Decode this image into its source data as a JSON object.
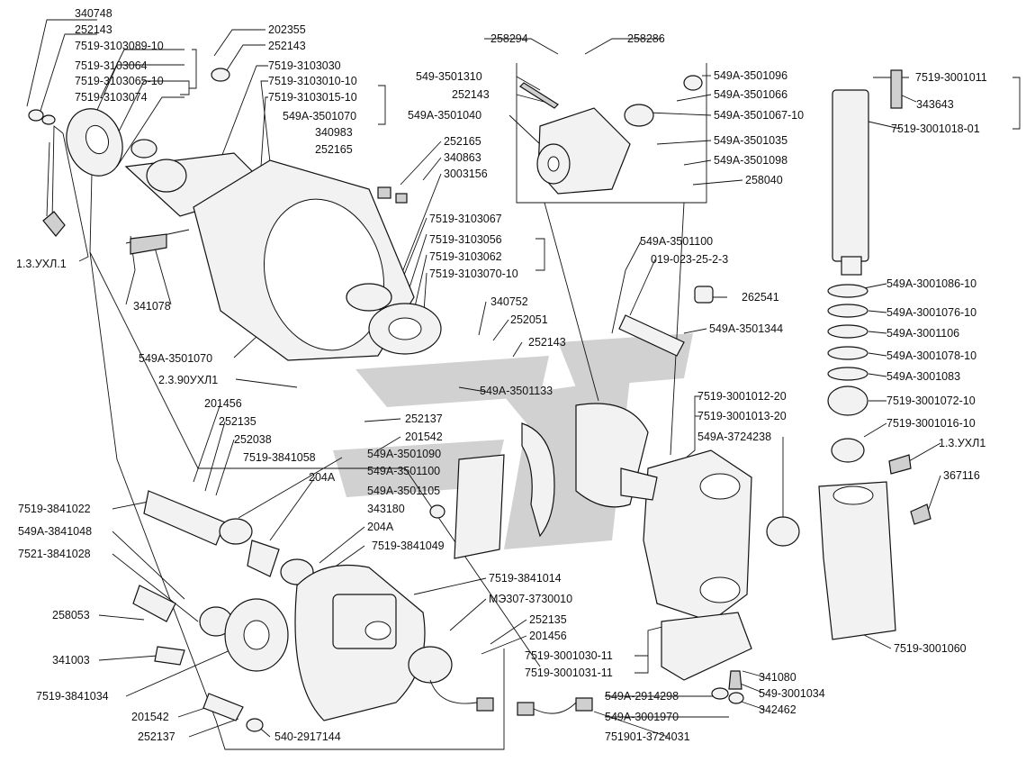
{
  "labels": {
    "l_340748": "340748",
    "l_252143_tl": "252143",
    "l_7519_3103089_10": "7519-3103089-10",
    "l_7519_3103064": "7519-3103064",
    "l_7519_3103065_10": "7519-3103065-10",
    "l_7519_3103074": "7519-3103074",
    "l_202355": "202355",
    "l_252143_b": "252143",
    "l_7519_3103030": "7519-3103030",
    "l_7519_3103010_10": "7519-3103010-10",
    "l_7519_3103015_10": "7519-3103015-10",
    "l_549A_3501070_top": "549A-3501070",
    "l_340983": "340983",
    "l_252165_top": "252165",
    "l_252165": "252165",
    "l_340863": "340863",
    "l_3003156": "3003156",
    "l_13_ukhl1_left": "1.3.УХЛ.1",
    "l_341078": "341078",
    "l_7519_3103067": "7519-3103067",
    "l_7519_3103056": "7519-3103056",
    "l_7519_3103062": "7519-3103062",
    "l_7519_3103070_10": "7519-3103070-10",
    "l_549A_3501070": "549A-3501070",
    "l_340752": "340752",
    "l_252051": "252051",
    "l_252143_mid": "252143",
    "l_23_90ukhl1": "2.3.90УХЛ1",
    "l_549A_3501133": "549A-3501133",
    "l_201456_l": "201456",
    "l_252135_l": "252135",
    "l_252038": "252038",
    "l_252137_mid": "252137",
    "l_201542_mid": "201542",
    "l_7519_3841058": "7519-3841058",
    "l_204A_1": "204A",
    "l_7519_3841022": "7519-3841022",
    "l_549A_3841048": "549A-3841048",
    "l_7521_3841028": "7521-3841028",
    "l_258053": "258053",
    "l_341003": "341003",
    "l_7519_3841034": "7519-3841034",
    "l_201542_bot": "201542",
    "l_252137_bot": "252137",
    "l_540_2917144": "540-2917144",
    "l_549A_3501090": "549A-3501090",
    "l_549A_3501100_b": "549A-3501100",
    "l_549A_3501105": "549A-3501105",
    "l_343180": "343180",
    "l_204A_2": "204A",
    "l_7519_3841049": "7519-3841049",
    "l_7519_3841014": "7519-3841014",
    "l_ME307_3730010": "МЭ307-3730010",
    "l_252135_r": "252135",
    "l_201456_r": "201456",
    "l_258294": "258294",
    "l_258286": "258286",
    "l_549_3501310": "549-3501310",
    "l_252143_r": "252143",
    "l_549A_3501040": "549A-3501040",
    "l_549A_3501096": "549A-3501096",
    "l_549A_3501066": "549A-3501066",
    "l_549A_3501067_10": "549A-3501067-10",
    "l_549A_3501035": "549A-3501035",
    "l_549A_3501098": "549A-3501098",
    "l_258040": "258040",
    "l_549A_3501100": "549A-3501100",
    "l_019_023": "019-023-25-2-3",
    "l_262541": "262541",
    "l_549A_3501344": "549A-3501344",
    "l_7519_3001012_20": "7519-3001012-20",
    "l_7519_3001013_20": "7519-3001013-20",
    "l_549A_3724238": "549A-3724238",
    "l_7519_3001030_11": "7519-3001030-11",
    "l_7519_3001031_11": "7519-3001031-11",
    "l_549A_2914298": "549A-2914298",
    "l_549A_3001970": "549A-3001970",
    "l_751901_3724031": "751901-3724031",
    "l_341080": "341080",
    "l_549_3001034": "549-3001034",
    "l_342462": "342462",
    "l_7519_3001011": "7519-3001011",
    "l_343643": "343643",
    "l_7519_3001018_01": "7519-3001018-01",
    "l_549A_3001086_10": "549A-3001086-10",
    "l_549A_3001076_10": "549A-3001076-10",
    "l_549A_3001106": "549A-3001106",
    "l_549A_3001078_10": "549A-3001078-10",
    "l_549A_3001083": "549A-3001083",
    "l_7519_3001072_10": "7519-3001072-10",
    "l_7519_3001016_10": "7519-3001016-10",
    "l_13_ukhl1_right": "1.3.УХЛ1",
    "l_367116": "367116",
    "l_7519_3001060": "7519-3001060"
  },
  "watermark": {
    "color": "#9a9a9a"
  }
}
